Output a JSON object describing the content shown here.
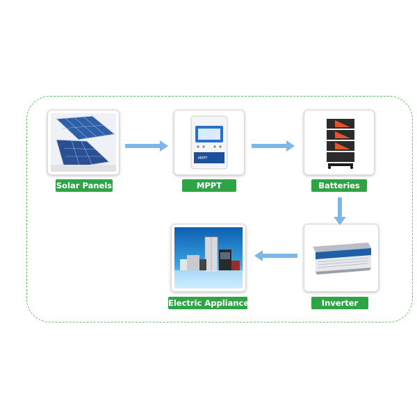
{
  "nodes": [
    {
      "id": "solar",
      "label": "Solar Panels"
    },
    {
      "id": "mppt",
      "label": "MPPT",
      "device_text": "MPPT"
    },
    {
      "id": "batteries",
      "label": "Batteries"
    },
    {
      "id": "inverter",
      "label": "Inverter"
    },
    {
      "id": "appliance",
      "label": "Electric Appliance"
    }
  ],
  "colors": {
    "label_bg": "#2ea447",
    "frame": "#5cc15c",
    "arrow": "#7fb6e8"
  }
}
